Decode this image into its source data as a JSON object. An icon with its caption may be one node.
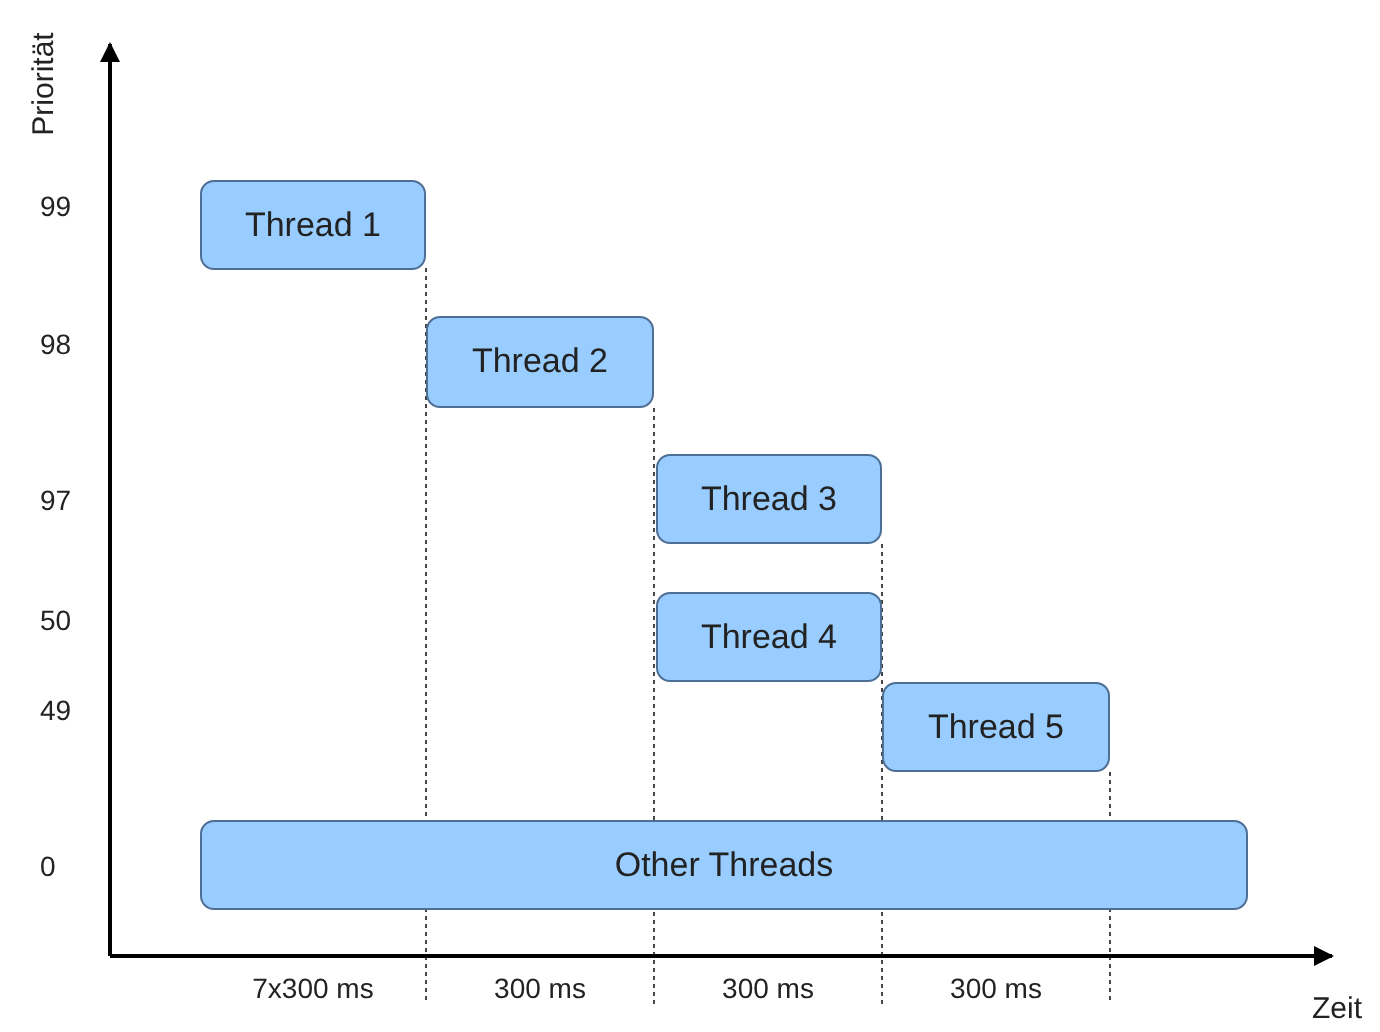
{
  "diagram": {
    "nodes": [
      {
        "text": [
          "Thread 1"
        ]
      },
      {
        "text": [
          "Thread 2"
        ]
      },
      {
        "text": [
          "Thread 3"
        ]
      },
      {
        "text": [
          "Thread 4"
        ]
      },
      {
        "text": [
          "Thread 5"
        ]
      },
      {
        "text": [
          "Other Threads"
        ]
      }
    ],
    "labels": [
      "Priorität",
      "99",
      "98",
      "97",
      "50",
      "49",
      "0",
      "Zeit",
      "7x300 ms",
      "300 ms",
      "300 ms",
      "300 ms"
    ]
  }
}
